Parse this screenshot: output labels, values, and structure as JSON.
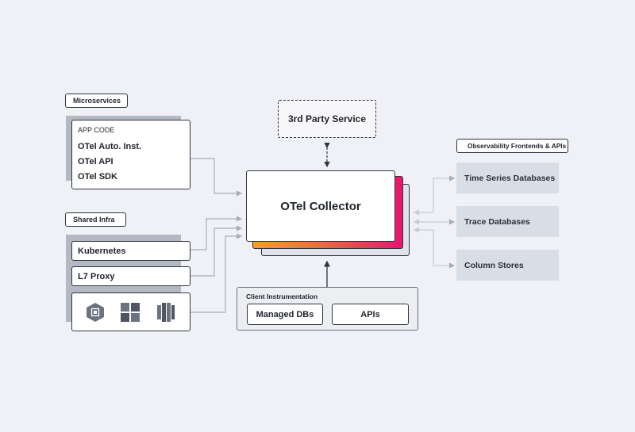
{
  "microservices": {
    "heading": "Microservices",
    "app_code": "APP CODE",
    "items": [
      "OTel Auto. Inst.",
      "OTel API",
      "OTel SDK"
    ]
  },
  "shared_infra": {
    "heading": "Shared Infra",
    "items": [
      "Kubernetes",
      "L7 Proxy"
    ],
    "cloud_icons": [
      "gcp-hexagon-icon",
      "azure-grid-icon",
      "aws-bars-icon"
    ]
  },
  "third_party": {
    "label": "3rd Party Service"
  },
  "collector": {
    "label": "OTel Collector"
  },
  "client_instrumentation": {
    "heading": "Client Instrumentation",
    "items": [
      "Managed DBs",
      "APIs"
    ]
  },
  "observability": {
    "heading": "Observability Frontends & APIs",
    "items": [
      "Time Series Databases",
      "Trace Databases",
      "Column Stores"
    ]
  },
  "colors": {
    "background": "#f0f1f6",
    "border": "#2e3440",
    "shadow": "#b3b8c3",
    "destination": "#d9dde6",
    "gradient_orange": "#f7a11a",
    "gradient_pink": "#e8156f",
    "connector": "#a8adb8"
  }
}
